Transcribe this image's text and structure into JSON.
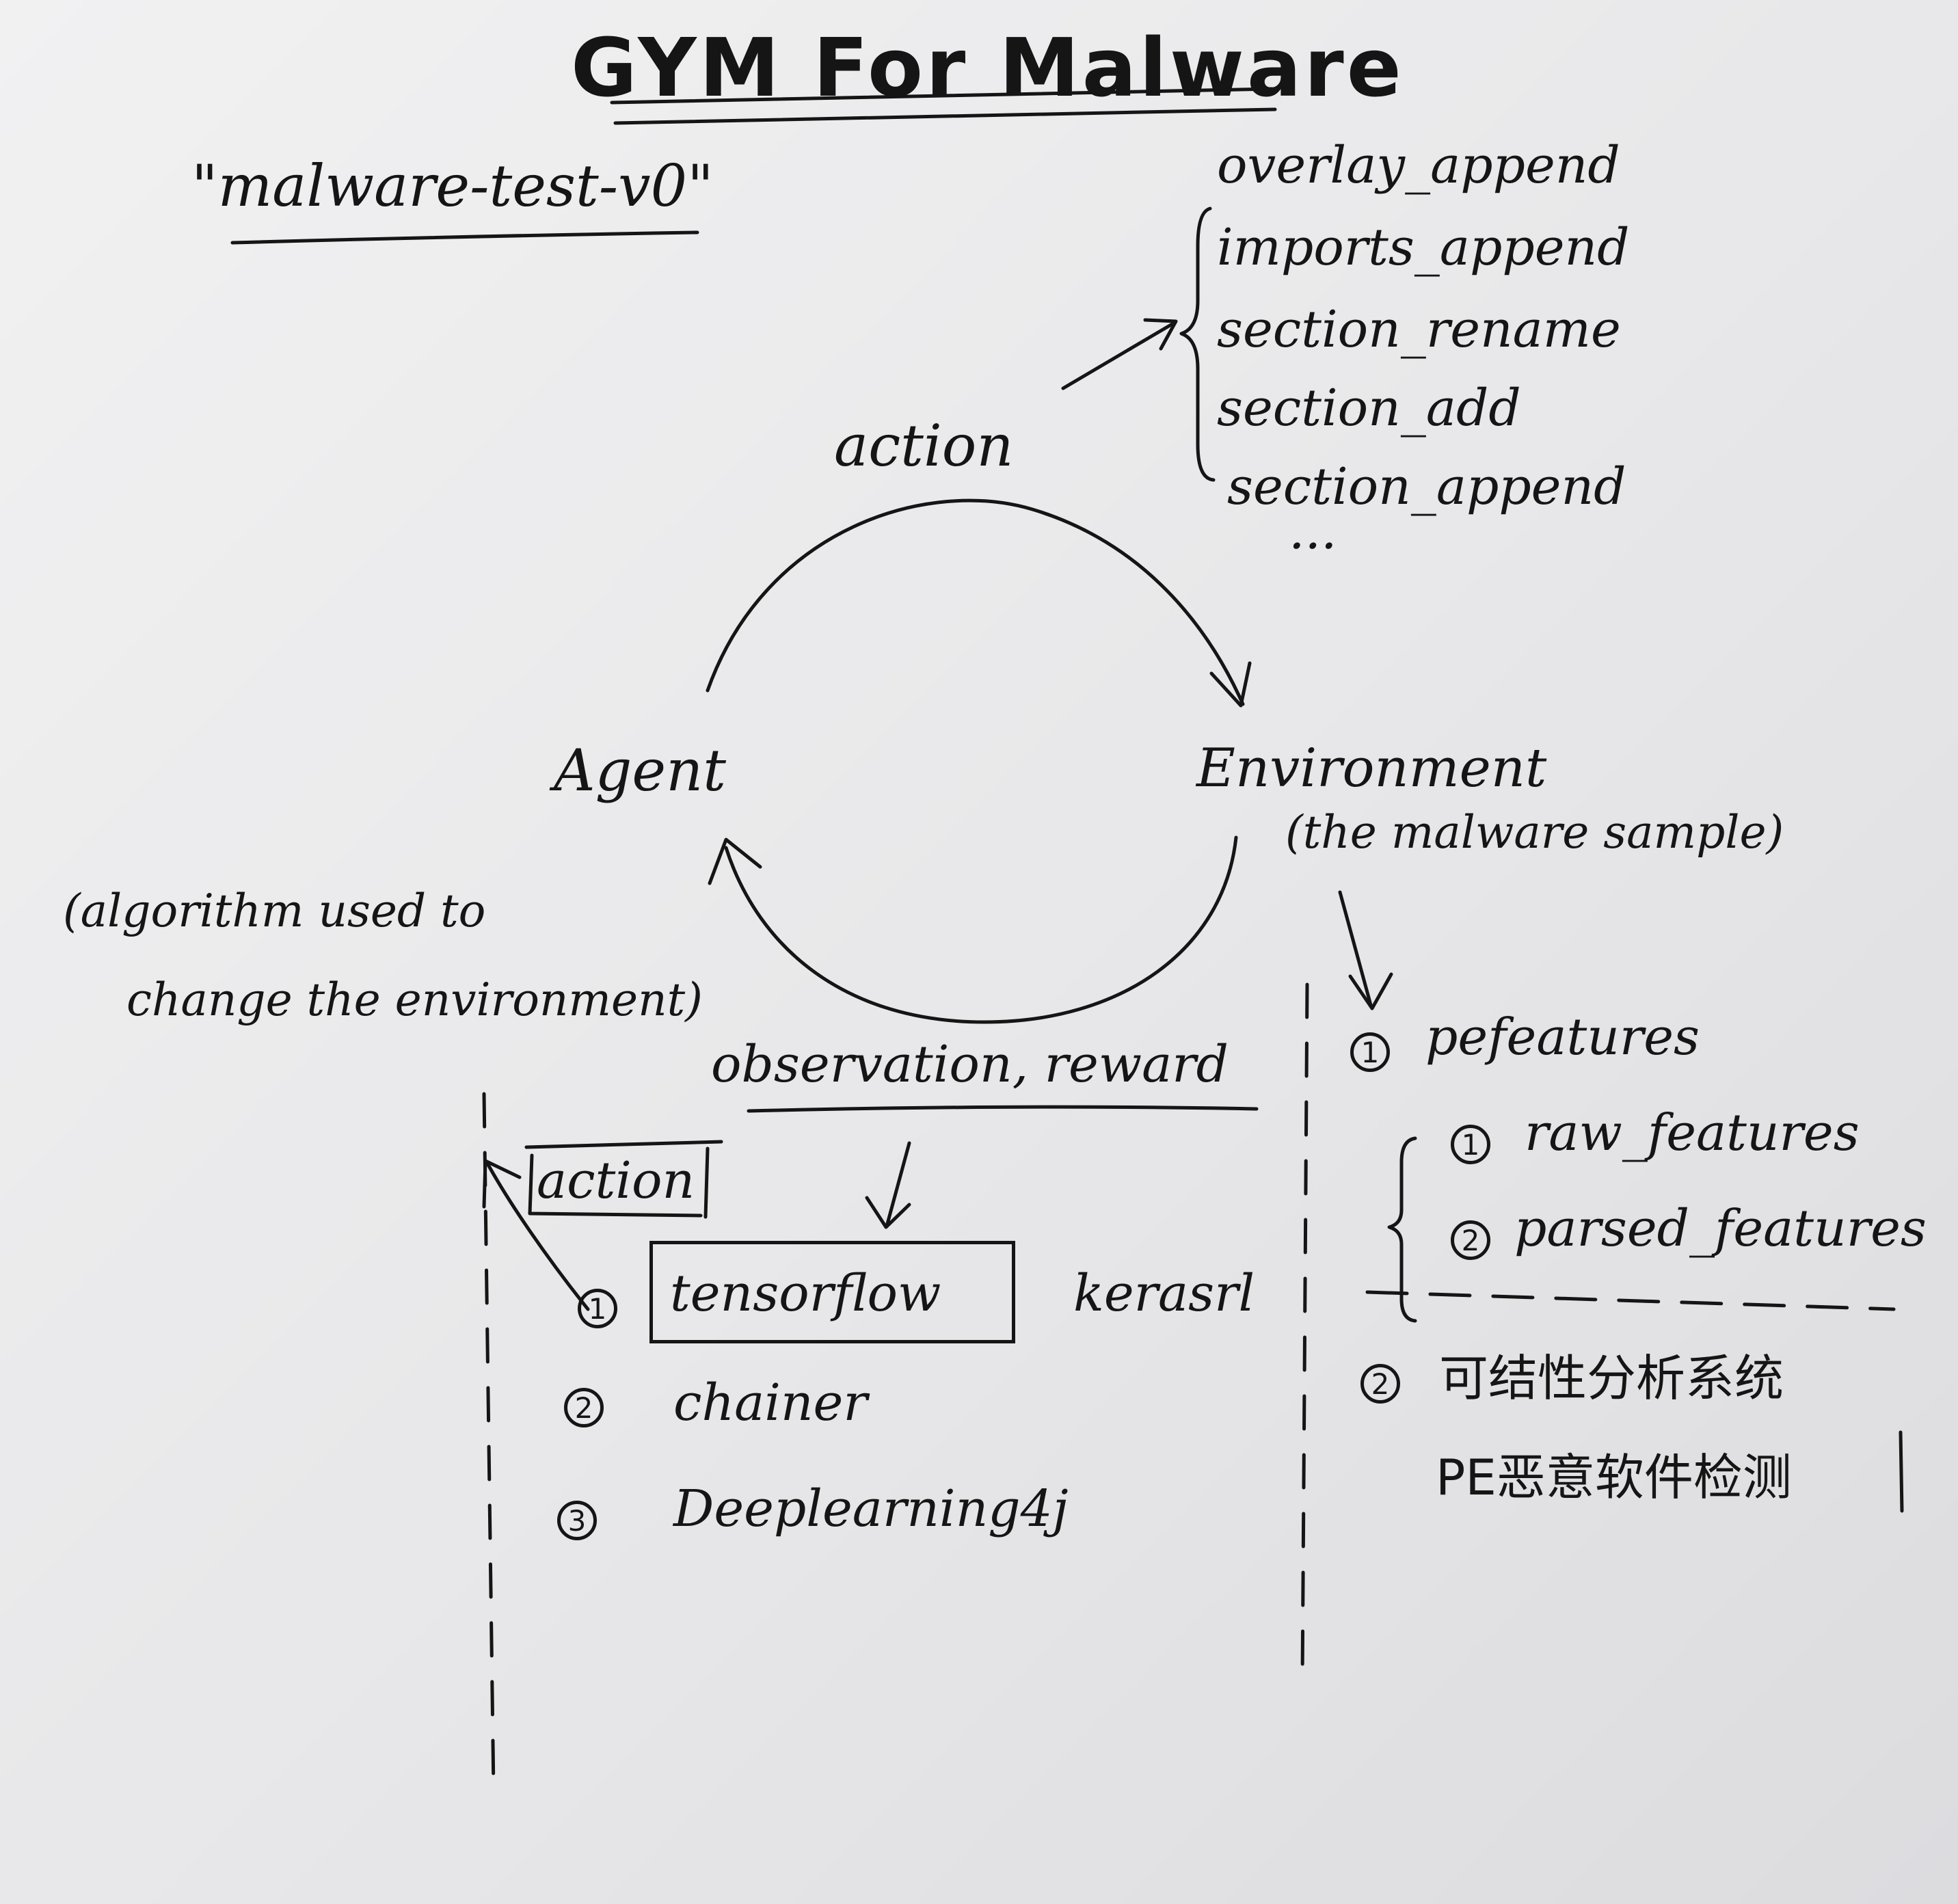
{
  "title": "GYM For Malware",
  "env_id": "\"malware-test-v0\"",
  "actions": [
    "overlay_append",
    "imports_append",
    "section_rename",
    "section_add",
    "section_append"
  ],
  "actions_more": "...",
  "action_label": "action",
  "agent": {
    "label": "Agent",
    "note_line1": "(algorithm used to",
    "note_line2": "change the environment)"
  },
  "environment": {
    "label": "Environment",
    "note": "(the malware sample)"
  },
  "observation_label": "observation, reward",
  "agent_action_label": "action",
  "frameworks": [
    {
      "num": "1",
      "name": "tensorflow"
    },
    {
      "num": "2",
      "name": "chainer"
    },
    {
      "num": "3",
      "name": "Deeplearning4j"
    }
  ],
  "frameworks_extra": "kerasrl",
  "env_features": {
    "item1": {
      "num": "1",
      "name": "pefeatures"
    },
    "subitems": [
      {
        "num": "1",
        "name": "raw_features"
      },
      {
        "num": "2",
        "name": "parsed_features"
      }
    ],
    "item2": {
      "num": "2",
      "line1": "可结性分析系统",
      "line2": "PE恶意软件检测"
    }
  }
}
